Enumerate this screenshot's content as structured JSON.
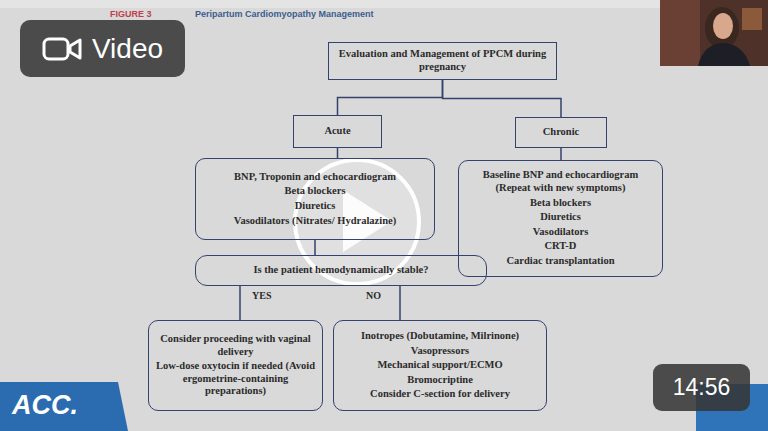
{
  "diagram": {
    "title": "Peripartum Cardiomyopathy Management",
    "nodes": [
      {
        "text": [
          "Evaluation and Management of PPCM during pregnancy"
        ]
      },
      {
        "text": [
          "Acute"
        ]
      },
      {
        "text": [
          "Chronic"
        ]
      },
      {
        "text": [
          "BNP, Troponin and echocardiogram",
          "Beta blockers",
          "Diuretics",
          "Vasodilators (Nitrates/ Hydralazine)"
        ]
      },
      {
        "text": [
          "Baseline BNP and echocardiogram (Repeat with new symptoms)",
          "Beta blockers",
          "Diuretics",
          "Vasodilators",
          "CRT-D",
          "Cardiac transplantation"
        ]
      },
      {
        "text": [
          "Is the patient hemodynamically stable?"
        ]
      },
      {
        "text": [
          "Consider proceeding with vaginal delivery",
          "Low-dose oxytocin if needed (Avoid ergometrine-containing preparations)"
        ]
      },
      {
        "text": [
          "Inotropes (Dobutamine, Milrinone)",
          "Vasopressors",
          "Mechanical support/ECMO",
          "Bromocriptine",
          "Consider C-section for delivery"
        ]
      },
      {
        "text": [
          "Video"
        ]
      },
      {
        "text": [
          "14:56"
        ]
      }
    ],
    "edges": [
      {
        "from": 0,
        "to": 1,
        "arrow": "none"
      },
      {
        "from": 0,
        "to": 2,
        "arrow": "none"
      },
      {
        "from": 1,
        "to": 3,
        "arrow": "none"
      },
      {
        "from": 2,
        "to": 4,
        "arrow": "none"
      },
      {
        "from": 3,
        "to": 5,
        "arrow": "none"
      },
      {
        "from": 5,
        "to": 6,
        "label": "YES",
        "arrow": "none"
      },
      {
        "from": 5,
        "to": 7,
        "label": "NO",
        "arrow": "none"
      }
    ],
    "labels": [
      "FIGURE 3",
      "ACC."
    ]
  }
}
